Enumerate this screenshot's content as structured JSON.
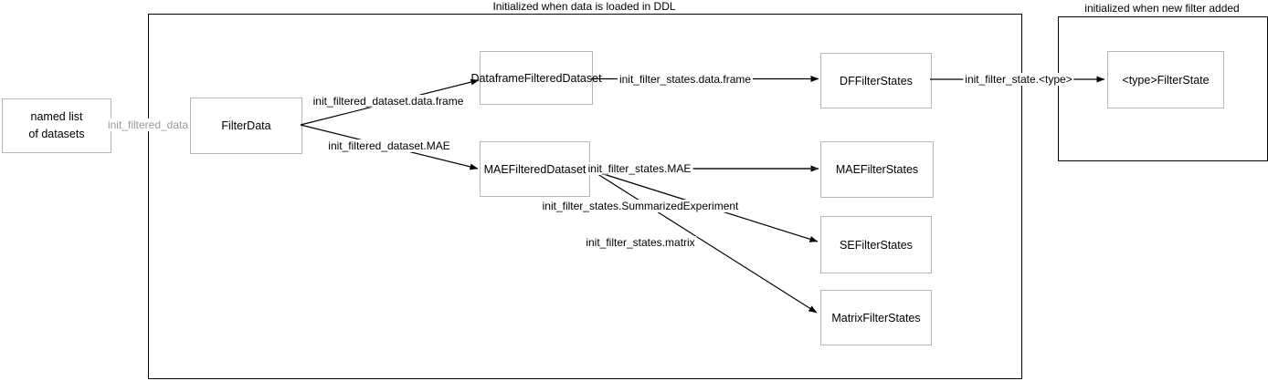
{
  "diagram": {
    "containers": [
      {
        "id": "ddl",
        "title": "Initialized when data is loaded in DDL"
      },
      {
        "id": "new-filter",
        "title": "initialized when new filter added"
      }
    ],
    "nodes": [
      {
        "id": "named-list",
        "label": "named list\nof datasets"
      },
      {
        "id": "filter-data",
        "label": "FilterData"
      },
      {
        "id": "dataframe-filtered-dataset",
        "label": "DataframeFilteredDataset"
      },
      {
        "id": "mae-filtered-dataset",
        "label": "MAEFilteredDataset"
      },
      {
        "id": "df-filter-states",
        "label": "DFFilterStates"
      },
      {
        "id": "mae-filter-states",
        "label": "MAEFilterStates"
      },
      {
        "id": "se-filter-states",
        "label": "SEFilterStates"
      },
      {
        "id": "matrix-filter-states",
        "label": "MatrixFilterStates"
      },
      {
        "id": "type-filter-state",
        "label": "<type>FilterState"
      }
    ],
    "edges": [
      {
        "from": "named-list",
        "to": "filter-data",
        "label": "init_filtered_data",
        "arrows": "none",
        "color": "#999999"
      },
      {
        "from": "filter-data",
        "to": "dataframe-filtered-dataset",
        "label": "init_filtered_dataset.data.frame",
        "arrows": "end",
        "color": "#000000"
      },
      {
        "from": "filter-data",
        "to": "mae-filtered-dataset",
        "label": "init_filtered_dataset.MAE",
        "arrows": "end",
        "color": "#000000"
      },
      {
        "from": "dataframe-filtered-dataset",
        "to": "df-filter-states",
        "label": "init_filter_states.data.frame",
        "arrows": "end",
        "color": "#000000"
      },
      {
        "from": "mae-filtered-dataset",
        "to": "mae-filter-states",
        "label": "init_filter_states.MAE",
        "arrows": "both",
        "color": "#000000"
      },
      {
        "from": "mae-filtered-dataset",
        "to": "se-filter-states",
        "label": "init_filter_states.SummarizedExperiment",
        "arrows": "end",
        "color": "#000000"
      },
      {
        "from": "mae-filtered-dataset",
        "to": "matrix-filter-states",
        "label": "init_filter_states.matrix",
        "arrows": "end",
        "color": "#000000"
      },
      {
        "from": "df-filter-states",
        "to": "type-filter-state",
        "label": "init_filter_state.<type>",
        "arrows": "end",
        "color": "#000000"
      }
    ],
    "colors": {
      "node_border": "#b5b5b5",
      "container_border": "#000000",
      "edge": "#000000",
      "muted_label": "#999999",
      "background": "#ffffff"
    }
  }
}
